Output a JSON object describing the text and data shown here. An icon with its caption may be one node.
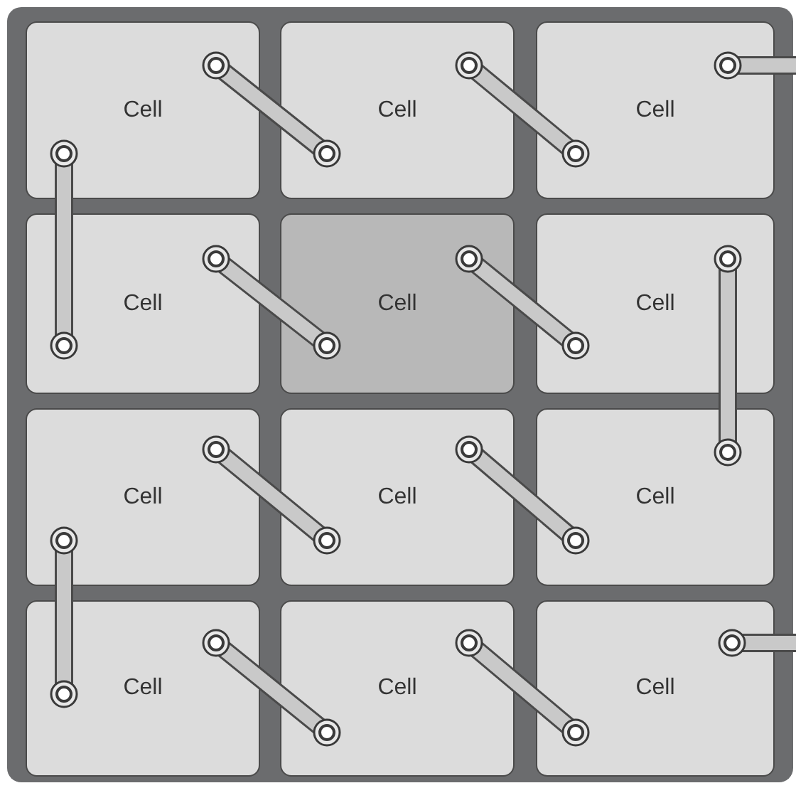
{
  "diagram": {
    "nodes": [
      {
        "text": [
          "Cell"
        ]
      },
      {
        "text": [
          "Cell"
        ]
      },
      {
        "text": [
          "Cell"
        ]
      },
      {
        "text": [
          "Cell"
        ]
      },
      {
        "text": [
          "Cell"
        ]
      },
      {
        "text": [
          "Cell"
        ]
      },
      {
        "text": [
          "Cell"
        ]
      },
      {
        "text": [
          "Cell"
        ]
      },
      {
        "text": [
          "Cell"
        ]
      },
      {
        "text": [
          "Cell"
        ]
      },
      {
        "text": [
          "Cell"
        ]
      },
      {
        "text": [
          "Cell"
        ]
      }
    ],
    "edges": [
      {
        "from": 0,
        "to": 1,
        "arrow": "none"
      },
      {
        "from": 1,
        "to": 2,
        "arrow": "none"
      },
      {
        "from": 2,
        "to": null,
        "arrow": "none"
      },
      {
        "from": 0,
        "to": 3,
        "arrow": "none"
      },
      {
        "from": 3,
        "to": 4,
        "arrow": "none"
      },
      {
        "from": 4,
        "to": 5,
        "arrow": "none"
      },
      {
        "from": 5,
        "to": 8,
        "arrow": "none"
      },
      {
        "from": 6,
        "to": 7,
        "arrow": "none"
      },
      {
        "from": 7,
        "to": 8,
        "arrow": "none"
      },
      {
        "from": 6,
        "to": 9,
        "arrow": "none"
      },
      {
        "from": 9,
        "to": 10,
        "arrow": "none"
      },
      {
        "from": 10,
        "to": 11,
        "arrow": "none"
      },
      {
        "from": 11,
        "to": null,
        "arrow": "none"
      }
    ]
  }
}
